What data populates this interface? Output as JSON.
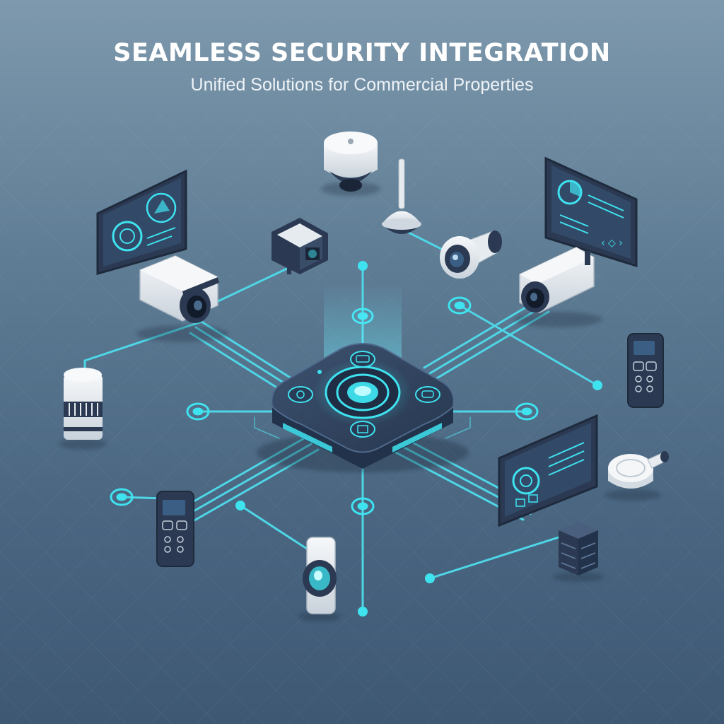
{
  "header": {
    "title": "SEAMLESS SECURITY INTEGRATION",
    "subtitle": "Unified Solutions for Commercial Properties"
  },
  "colors": {
    "accent_cyan": "#3fe3f0",
    "line_cyan": "#4ed6e6",
    "hub_dark": "#2d3e57",
    "device_dark": "#33445e",
    "device_white": "#e9edf1",
    "background_top": "#7e99ad",
    "background_bottom": "#3e5874"
  },
  "hub": {
    "icon": "central-control-hub",
    "button_icons": [
      "camera-icon",
      "recycle-icon",
      "chat-icon",
      "grid-icon"
    ]
  },
  "devices": [
    {
      "id": "monitor-top-left",
      "icon": "monitor-dashboard-icon"
    },
    {
      "id": "bullet-camera-left",
      "icon": "bullet-camera-icon"
    },
    {
      "id": "box-camera",
      "icon": "box-camera-icon"
    },
    {
      "id": "dome-camera-top",
      "icon": "dome-camera-icon"
    },
    {
      "id": "sensor-antenna",
      "icon": "antenna-sensor-icon"
    },
    {
      "id": "round-camera",
      "icon": "round-camera-icon"
    },
    {
      "id": "monitor-top-right",
      "icon": "monitor-dashboard-icon"
    },
    {
      "id": "bullet-camera-right",
      "icon": "bullet-camera-icon"
    },
    {
      "id": "cylinder-sensor",
      "icon": "cylinder-sensor-icon"
    },
    {
      "id": "keypad-right",
      "icon": "keypad-icon"
    },
    {
      "id": "monitor-bottom-right",
      "icon": "monitor-dashboard-icon"
    },
    {
      "id": "smoke-detector",
      "icon": "smoke-detector-icon"
    },
    {
      "id": "keypad-left",
      "icon": "keypad-icon"
    },
    {
      "id": "access-reader",
      "icon": "access-reader-icon"
    },
    {
      "id": "server-rack",
      "icon": "server-rack-icon"
    }
  ]
}
